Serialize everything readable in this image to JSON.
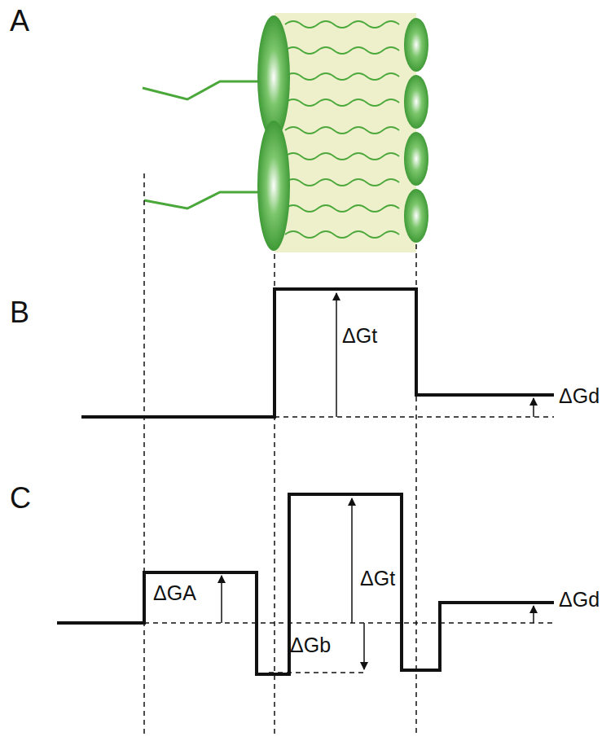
{
  "diagram": {
    "labels": [
      "A",
      "B",
      "C",
      "ΔGt",
      "ΔGd",
      "ΔGA",
      "ΔGt",
      "ΔGb",
      "ΔGd"
    ]
  }
}
